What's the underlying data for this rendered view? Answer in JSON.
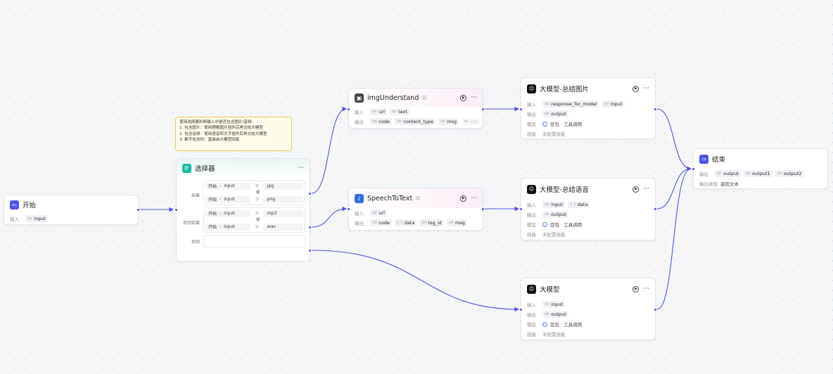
{
  "colors": {
    "accent": "#4d53e8",
    "edge": "#4d53e8",
    "note_border": "#f0c850",
    "note_bg": "#fffbea"
  },
  "note": {
    "lines": [
      "使用选择器判断输入中是否包含图片/音频:",
      "1. 包含图片：使用理解图片插件后再交给大模型",
      "2. 包含音频：使用语音转文字插件后再交给大模型",
      "3. 都不包含时：直接由大模型回复"
    ]
  },
  "start": {
    "title": "开始",
    "input_label": "输入",
    "input_type": "str",
    "input_name": "input",
    "icon": "start-icon"
  },
  "selector": {
    "title": "选择器",
    "icon_text": "IF",
    "groups": [
      {
        "label": "如果",
        "conds": [
          {
            "src": "开始",
            "sep": "-",
            "var": "input",
            "op": "⊃",
            "val": ".jpg"
          },
          {
            "src": "开始",
            "sep": "-",
            "var": "input",
            "op": "⊃",
            "val": ".png"
          }
        ],
        "joiner": "或"
      },
      {
        "label": "否则如果",
        "conds": [
          {
            "src": "开始",
            "sep": "-",
            "var": "input",
            "op": "⊃",
            "val": ".mp3"
          },
          {
            "src": "开始",
            "sep": "-",
            "var": "input",
            "op": "⊃",
            "val": ".wav"
          }
        ],
        "joiner": "或"
      }
    ],
    "else_label": "否则"
  },
  "img": {
    "title": "imgUnderstand",
    "input_label": "输入",
    "output_label": "输出",
    "inputs": [
      {
        "t": "str",
        "n": "url"
      },
      {
        "t": "str",
        "n": "text"
      }
    ],
    "outputs": [
      {
        "t": "Int",
        "n": "code"
      },
      {
        "t": "str",
        "n": "content_type"
      },
      {
        "t": "str",
        "n": "msg"
      },
      {
        "t": "str",
        "n": "sou"
      }
    ],
    "more": "···"
  },
  "speech": {
    "title": "SpeechToText",
    "input_label": "输入",
    "output_label": "输出",
    "inputs": [
      {
        "t": "str",
        "n": "url"
      }
    ],
    "outputs": [
      {
        "t": "Int",
        "n": "code"
      },
      {
        "t": "{ }",
        "n": "data"
      },
      {
        "t": "str",
        "n": "log_id"
      },
      {
        "t": "str",
        "n": "msg"
      }
    ]
  },
  "llm1": {
    "title": "大模型-总结图片",
    "input_label": "输入",
    "output_label": "输出",
    "model_label": "模型",
    "skill_label": "技能",
    "inputs": [
      {
        "t": "str",
        "n": "response_for_model"
      },
      {
        "t": "str",
        "n": "input"
      }
    ],
    "outputs": [
      {
        "t": "str",
        "n": "output"
      }
    ],
    "model": "豆包 · 工具调用",
    "skill": "未配置技能"
  },
  "llm2": {
    "title": "大模型-总结语音",
    "input_label": "输入",
    "output_label": "输出",
    "model_label": "模型",
    "skill_label": "技能",
    "inputs": [
      {
        "t": "str",
        "n": "input"
      },
      {
        "t": "{ }",
        "n": "data"
      }
    ],
    "outputs": [
      {
        "t": "str",
        "n": "output"
      }
    ],
    "model": "豆包 · 工具调用",
    "skill": "未配置技能"
  },
  "llm3": {
    "title": "大模型",
    "input_label": "输入",
    "output_label": "输出",
    "model_label": "模型",
    "skill_label": "技能",
    "inputs": [
      {
        "t": "str",
        "n": "input"
      }
    ],
    "outputs": [
      {
        "t": "str",
        "n": "output"
      }
    ],
    "model": "豆包 · 工具调用",
    "skill": "未配置技能"
  },
  "end": {
    "title": "结束",
    "output_label": "输出",
    "type_label": "输出类型",
    "outputs": [
      {
        "t": "str",
        "n": "output"
      },
      {
        "t": "str",
        "n": "output1"
      },
      {
        "t": "str",
        "n": "output2"
      }
    ],
    "type_value": "返回文本"
  },
  "ui": {
    "more": "···",
    "run_glyph": "▶"
  }
}
